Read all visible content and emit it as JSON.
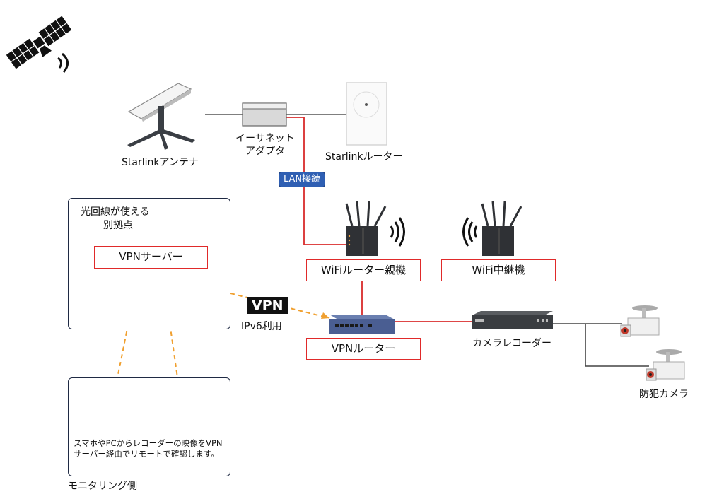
{
  "devices": {
    "antenna_label": "Starlinkアンテナ",
    "adapter_label_1": "イーサネット",
    "adapter_label_2": "アダプタ",
    "router_label": "Starlinkルーター",
    "lan_tag": "LAN接続",
    "wifi_parent_label": "WiFiルーター親機",
    "wifi_repeater_label": "WiFi中継機",
    "vpn_router_label": "VPNルーター",
    "recorder_label": "カメラレコーダー",
    "camera_label": "防犯カメラ",
    "vpn_tag": "VPN",
    "ipv6_label": "IPv6利用"
  },
  "remote_site": {
    "title_line1": "光回線が使える",
    "title_line2": "別拠点",
    "server_label": "VPNサーバー"
  },
  "monitoring": {
    "note": "スマホやPCからレコーダーの映像をVPNサーバー経由でリモートで確認します。",
    "caption": "モニタリング側"
  },
  "colors": {
    "lan_line": "#d92b2b",
    "vpn_dash": "#f0a030",
    "panel_border": "#1f2a44",
    "lan_tag_bg": "#2f5fb3"
  }
}
